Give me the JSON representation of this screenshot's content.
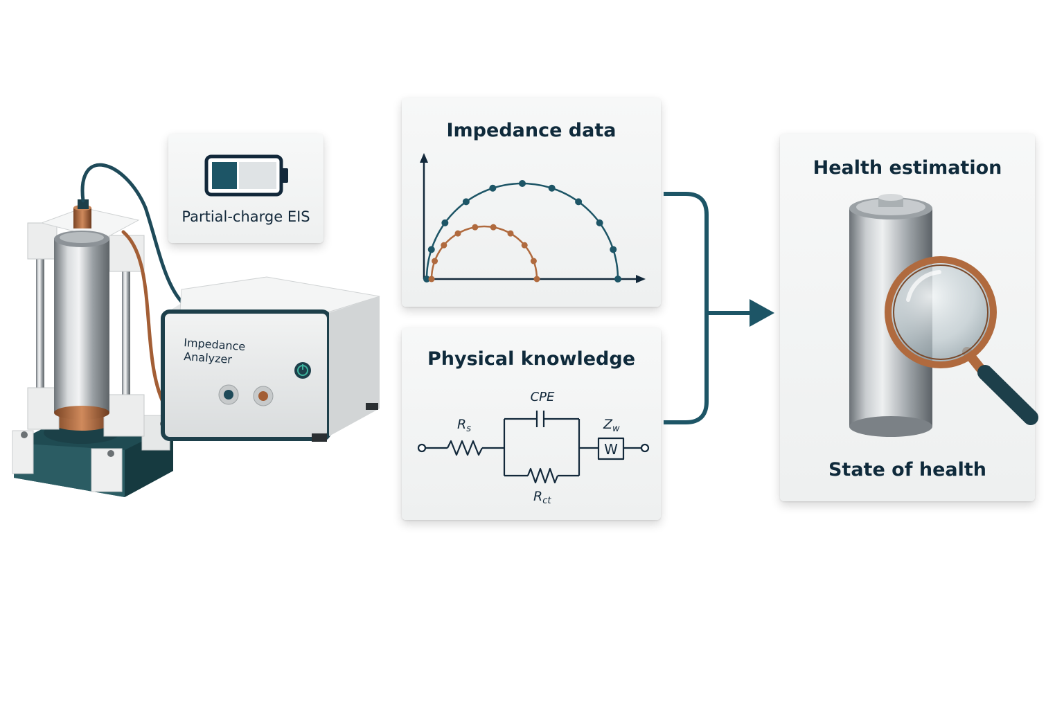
{
  "labels": {
    "partial_charge": "Partial-charge EIS",
    "analyzer_line1": "Impedance",
    "analyzer_line2": "Analyzer",
    "impedance_title": "Impedance data",
    "knowledge_title": "Physical knowledge",
    "health_title": "Health estimation",
    "state_of_health": "State of health"
  },
  "circuit": {
    "rs_main": "R",
    "rs_sub": "s",
    "cpe": "CPE",
    "zw_main": "Z",
    "zw_sub": "w",
    "w": "W",
    "rct_main": "R",
    "rct_sub": "ct"
  },
  "colors": {
    "teal": "#1d5566",
    "navy": "#12283a",
    "copper": "#b06a3e"
  },
  "icons": {
    "battery": "battery-partial-icon",
    "power": "power-icon",
    "magnifier": "magnifier-icon"
  }
}
